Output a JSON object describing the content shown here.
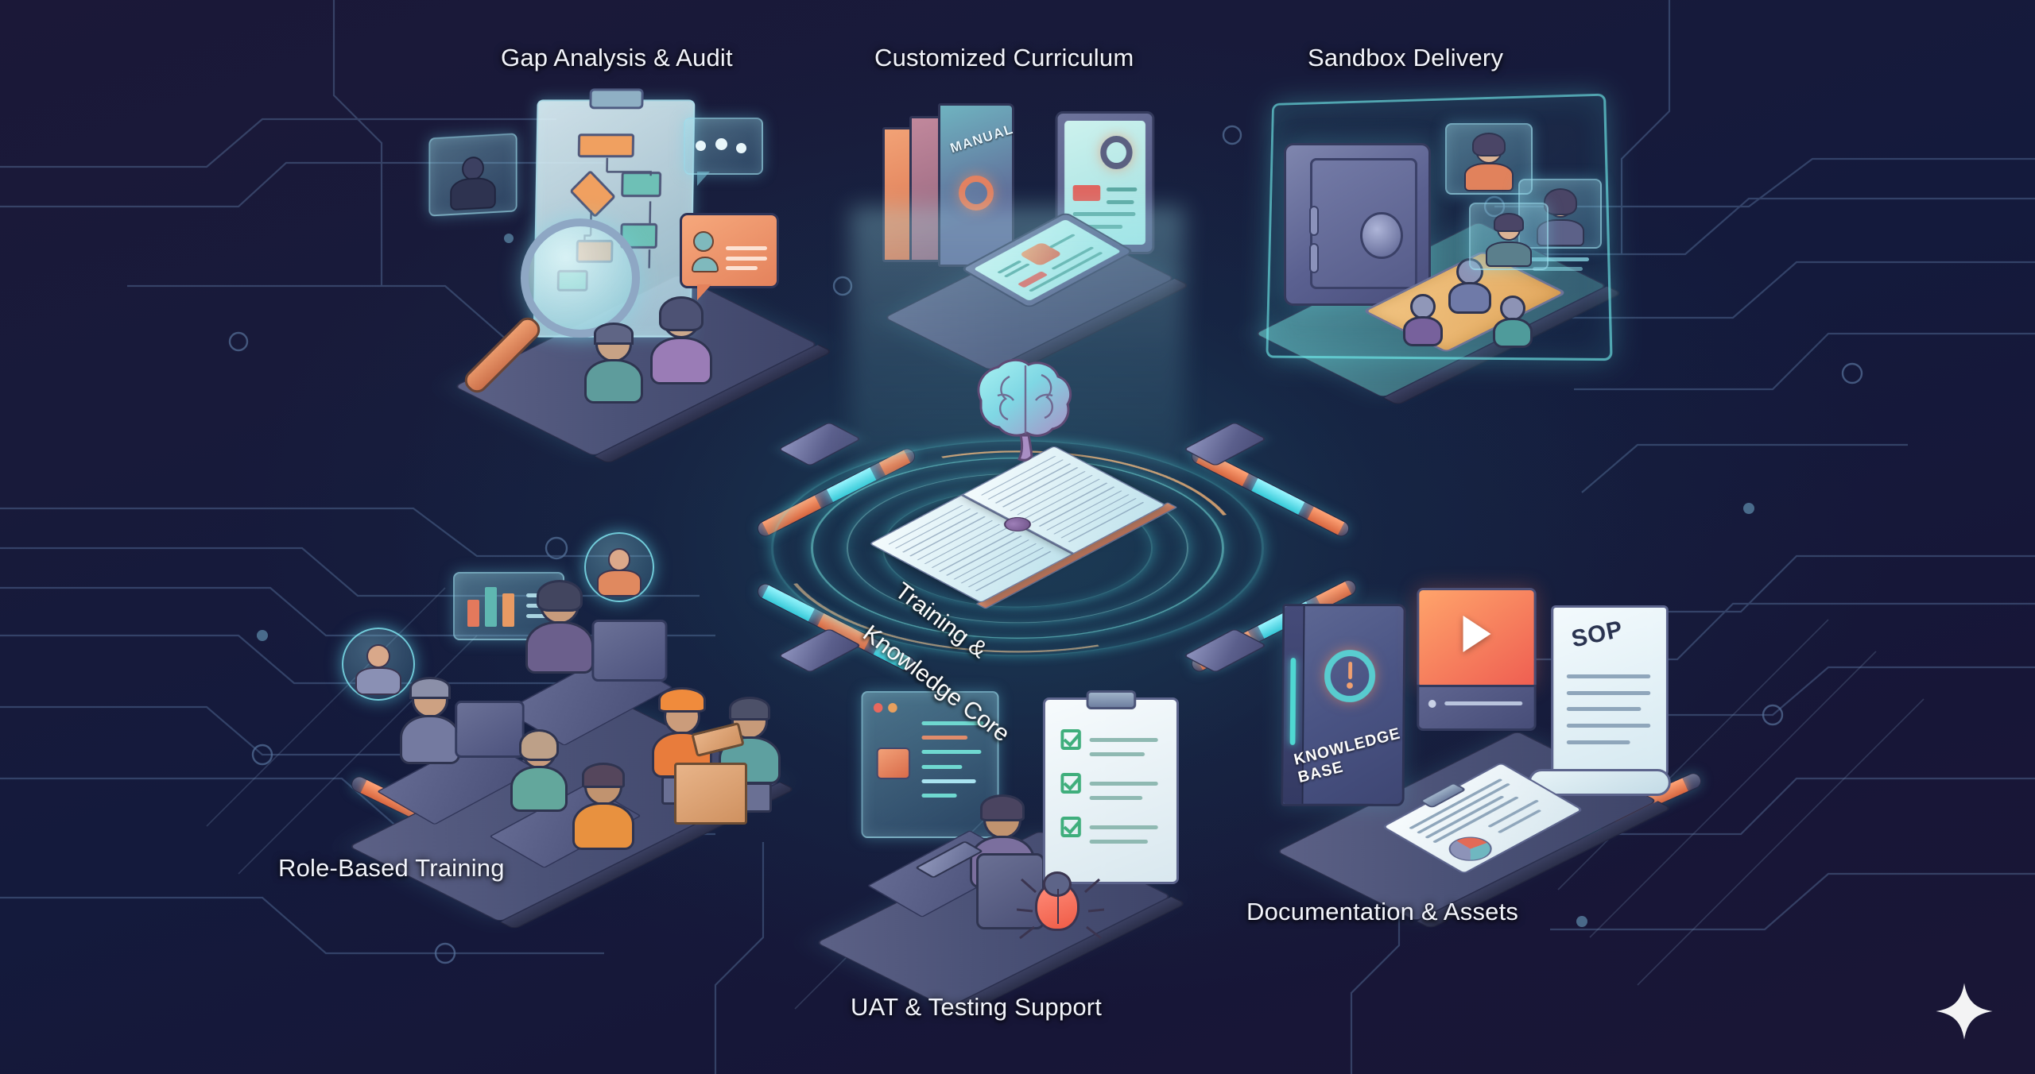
{
  "meta": {
    "title": "Training & Knowledge Core",
    "style": "isometric dark-tech infographic",
    "background_color": "#1a1838",
    "accent_cyan": "#5ee2e2",
    "accent_orange": "#ef8b5a",
    "label_color": "#f2f4fb"
  },
  "center": {
    "label_line1": "Training &",
    "label_line2": "Knowledge Core",
    "icons": [
      "brain-icon",
      "open-book-icon",
      "glow-rings"
    ]
  },
  "nodes": [
    {
      "id": "gap-analysis",
      "label": "Gap Analysis & Audit",
      "position": "top-left",
      "icons": [
        "magnifier-icon",
        "clipboard-flowchart-icon",
        "avatar-screen-icon",
        "chat-bubble-icon",
        "profile-card-icon",
        "two-people-icon"
      ]
    },
    {
      "id": "customized-curriculum",
      "label": "Customized Curriculum",
      "position": "top-center",
      "book_spine_text": "MANUAL",
      "icons": [
        "books-icon",
        "gear-icon",
        "tablet-icon",
        "smartphone-icon"
      ]
    },
    {
      "id": "sandbox-delivery",
      "label": "Sandbox Delivery",
      "position": "top-right",
      "icons": [
        "vault-safe-icon",
        "sandbox-tray-icon",
        "video-call-window-icon",
        "user-avatar-icon"
      ]
    },
    {
      "id": "role-based-training",
      "label": "Role-Based Training",
      "position": "bottom-left",
      "icons": [
        "desk-icon",
        "monitor-icon",
        "bar-chart-icon",
        "avatar-bubble-icon",
        "hardhat-worker-icon",
        "parcel-box-icon"
      ]
    },
    {
      "id": "uat-testing",
      "label": "UAT & Testing Support",
      "position": "bottom-center",
      "icons": [
        "developer-at-desk-icon",
        "code-window-icon",
        "checklist-clipboard-icon",
        "bug-icon"
      ]
    },
    {
      "id": "documentation-assets",
      "label": "Documentation & Assets",
      "position": "bottom-right",
      "book_cover_line1": "KNOWLEDGE",
      "book_cover_line2": "BASE",
      "scroll_text": "SOP",
      "icons": [
        "knowledge-base-book-icon",
        "video-player-icon",
        "sop-scroll-icon",
        "clipboard-report-icon",
        "gear-alert-icon"
      ]
    }
  ],
  "watermark": {
    "icon": "sparkle-icon"
  }
}
